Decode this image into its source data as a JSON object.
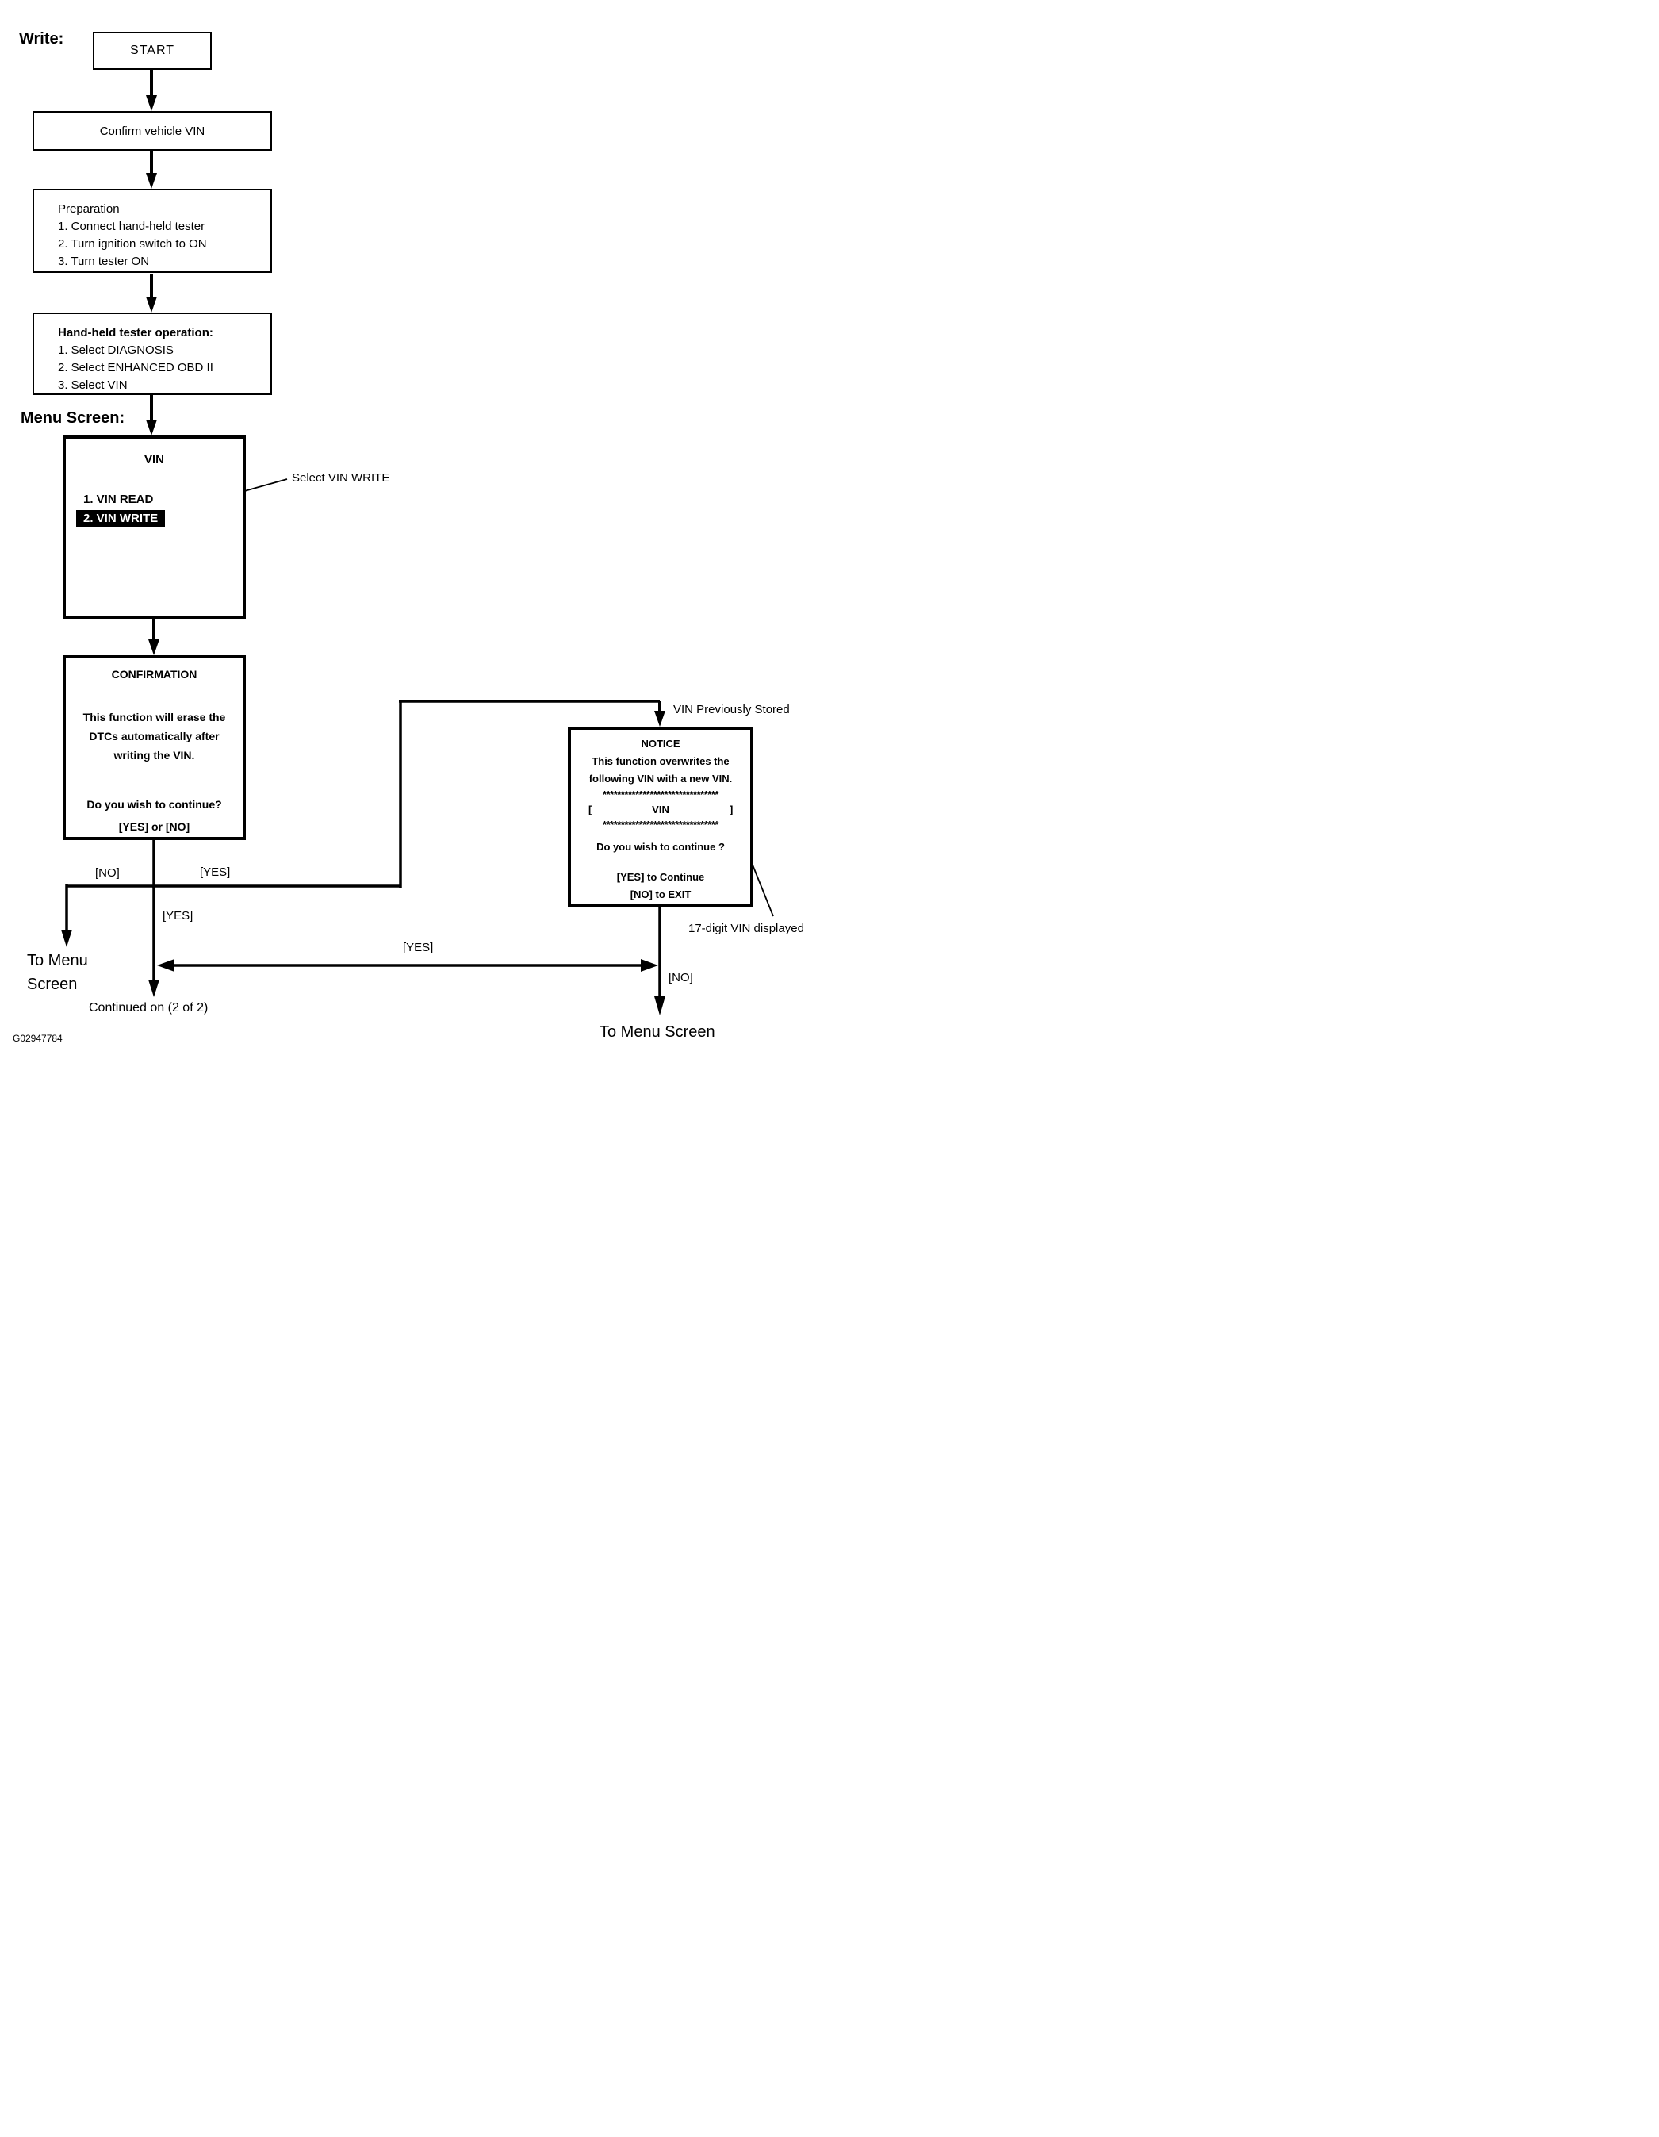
{
  "page": {
    "write_label": "Write:",
    "menu_screen_label": "Menu Screen:",
    "figure_id": "G02947784"
  },
  "nodes": {
    "start": {
      "label": "START"
    },
    "confirm": {
      "label": "Confirm vehicle VIN"
    },
    "preparation": {
      "title": "Preparation",
      "items": [
        "1. Connect hand-held tester",
        "2. Turn ignition switch to ON",
        "3. Turn tester ON"
      ]
    },
    "tester_operation": {
      "title": "Hand-held tester operation:",
      "items": [
        "1. Select DIAGNOSIS",
        "2. Select ENHANCED OBD II",
        "3. Select VIN"
      ]
    },
    "vin_menu": {
      "title": "VIN",
      "item_read": "1. VIN READ",
      "item_write": "2. VIN WRITE"
    },
    "confirmation": {
      "title": "CONFIRMATION",
      "line1": "This function will erase the",
      "line2": "DTCs automatically after",
      "line3": "writing the VIN.",
      "question": "Do you wish to continue?",
      "options": "[YES] or [NO]"
    },
    "notice": {
      "title": "NOTICE",
      "line1": "This function overwrites the",
      "line2": "following VIN with a new VIN.",
      "stars_top": "********************************",
      "bracket_left": "[",
      "vin_label": "VIN",
      "bracket_right": "]",
      "stars_bottom": "********************************",
      "question": "Do you wish to continue ?",
      "yes_option": "[YES] to Continue",
      "no_option": "[NO] to EXIT"
    }
  },
  "annotations": {
    "select_vin_write": "Select VIN WRITE",
    "vin_previously_stored": "VIN Previously Stored",
    "vin_digits": "17-digit VIN displayed",
    "to_menu_left_line1": "To Menu",
    "to_menu_left_line2": "Screen",
    "continued_on": "Continued on (2 of 2)",
    "to_menu_right": "To Menu Screen"
  },
  "edge_labels": {
    "no_left": "[NO]",
    "yes_right": "[YES]",
    "yes_center": "[YES]",
    "yes_return": "[YES]",
    "no_bottom": "[NO]"
  }
}
